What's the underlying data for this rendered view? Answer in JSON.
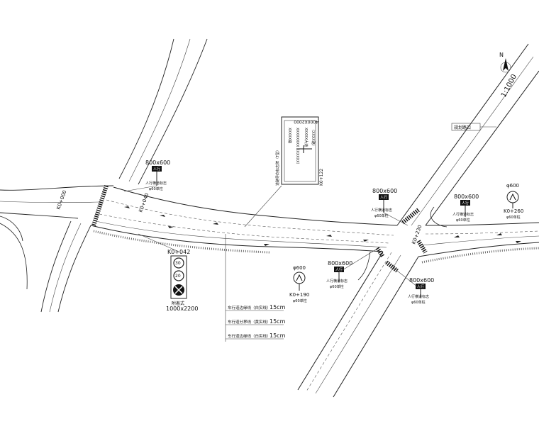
{
  "scale": "1:1000",
  "north": "N",
  "stations": {
    "start": "K0+000",
    "k0_040": "K0+040",
    "k0_122": "K0+122",
    "k0_230": "K0+230"
  },
  "top_callout": {
    "label": "规划路口",
    "dim": "4000X2000",
    "station": "K0+122",
    "side_label": "道路导向标志牌（T型）",
    "lines": [
      "XXXXXXXX（XXXXX）",
      "XXXXX大道",
      "XXXXX路",
      "（XXXX路）"
    ]
  },
  "signs": [
    {
      "size": "800x600",
      "tag": "人行",
      "desc1": "人行横道标志",
      "desc2": "φ60单柱"
    },
    {
      "size": "800x600",
      "tag": "人行",
      "desc1": "人行横道标志",
      "desc2": "φ60单柱"
    },
    {
      "size": "800x600",
      "tag": "人行",
      "desc1": "人行横道标志",
      "desc2": "φ60单柱"
    },
    {
      "size": "800x600",
      "tag": "人行",
      "desc1": "人行横道标志",
      "desc2": "φ60单柱"
    },
    {
      "size": "800x600",
      "tag": "人行",
      "desc1": "人行横道标志",
      "desc2": "φ60单柱"
    }
  ],
  "round_signs": [
    {
      "size": "φ600",
      "station": "K0+190",
      "desc": "φ60单柱"
    },
    {
      "size": "φ600",
      "station": "K0+260",
      "desc": "φ60单柱"
    }
  ],
  "combo_sign": {
    "station": "K0+042",
    "speed1": "30",
    "speed2": "20",
    "desc": "附着式",
    "size": "1000x2200"
  },
  "legend": [
    {
      "text": "车行道边缘线（白实线）",
      "width": "15cm"
    },
    {
      "text": "车行道分界线（黄实线）",
      "width": "15cm"
    },
    {
      "text": "车行道边缘线（白实线）",
      "width": "15cm"
    }
  ]
}
